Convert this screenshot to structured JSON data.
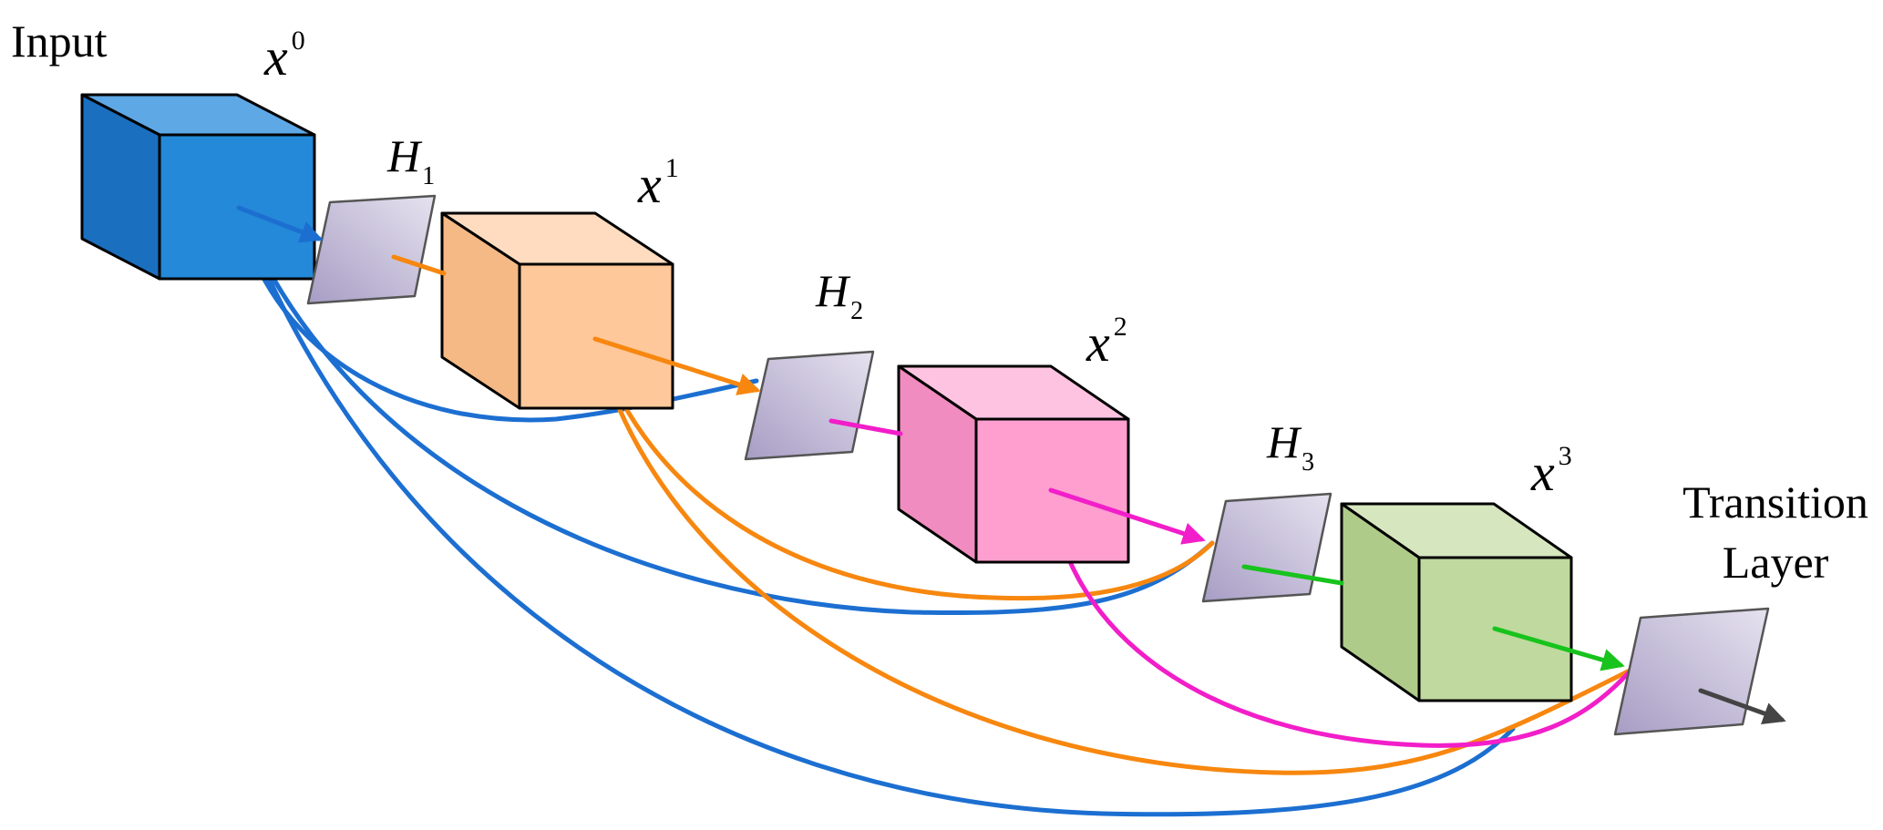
{
  "diagram": {
    "input_label": "Input",
    "transition_label_line1": "Transition",
    "transition_label_line2": "Layer",
    "states": [
      {
        "base": "x",
        "sup": "0"
      },
      {
        "base": "x",
        "sup": "1"
      },
      {
        "base": "x",
        "sup": "2"
      },
      {
        "base": "x",
        "sup": "3"
      }
    ],
    "layers": [
      {
        "base": "H",
        "sub": "1"
      },
      {
        "base": "H",
        "sub": "2"
      },
      {
        "base": "H",
        "sub": "3"
      }
    ]
  },
  "colors": {
    "x0": "#2389d8",
    "x1": "#fec89a",
    "x2": "#ff9fd0",
    "x3": "#c0d99e",
    "layer": "#c9c2dc",
    "conn_x0": "#1c6fd1",
    "conn_x1": "#f7870f",
    "conn_x2": "#f21ec9",
    "conn_x3": "#17c31c",
    "output": "#444444"
  }
}
